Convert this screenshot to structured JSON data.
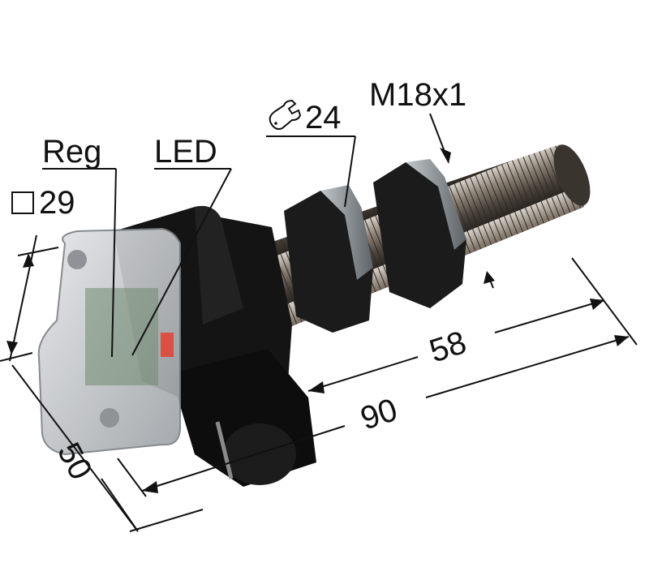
{
  "labels": {
    "wrench_size": "24",
    "thread": "M18x1",
    "reg": "Reg",
    "led": "LED",
    "square_size": "29",
    "dim_50": "50",
    "dim_58": "58",
    "dim_90": "90"
  },
  "icons": {
    "wrench": "wrench-icon",
    "square": "square-section-icon"
  },
  "colors": {
    "body": "#141414",
    "thread": "#6b6258",
    "nut": "#9aa0a4",
    "cover": "#c9cdd0",
    "led": "#e83a2a",
    "pcb": "#6f8a70"
  }
}
